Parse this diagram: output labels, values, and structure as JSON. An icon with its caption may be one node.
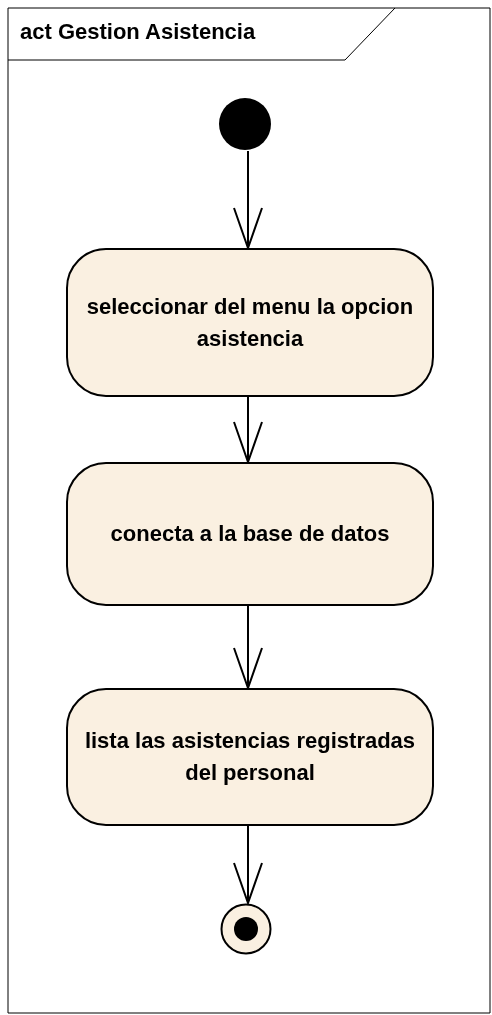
{
  "diagram": {
    "title": "act Gestion Asistencia",
    "nodes": [
      {
        "text": [],
        "shape": "circle"
      },
      {
        "text": [
          "seleccionar del menu la opcion asistencia"
        ]
      },
      {
        "text": [
          "conecta a la base de datos"
        ]
      },
      {
        "text": [
          "lista las asistencias registradas del personal"
        ]
      },
      {
        "text": [],
        "shape": "bullseye"
      }
    ],
    "edges": [
      {
        "from": 0,
        "to": 1,
        "arrow": "to"
      },
      {
        "from": 1,
        "to": 2,
        "arrow": "to"
      },
      {
        "from": 2,
        "to": 3,
        "arrow": "to"
      },
      {
        "from": 3,
        "to": 4,
        "arrow": "to"
      }
    ]
  }
}
